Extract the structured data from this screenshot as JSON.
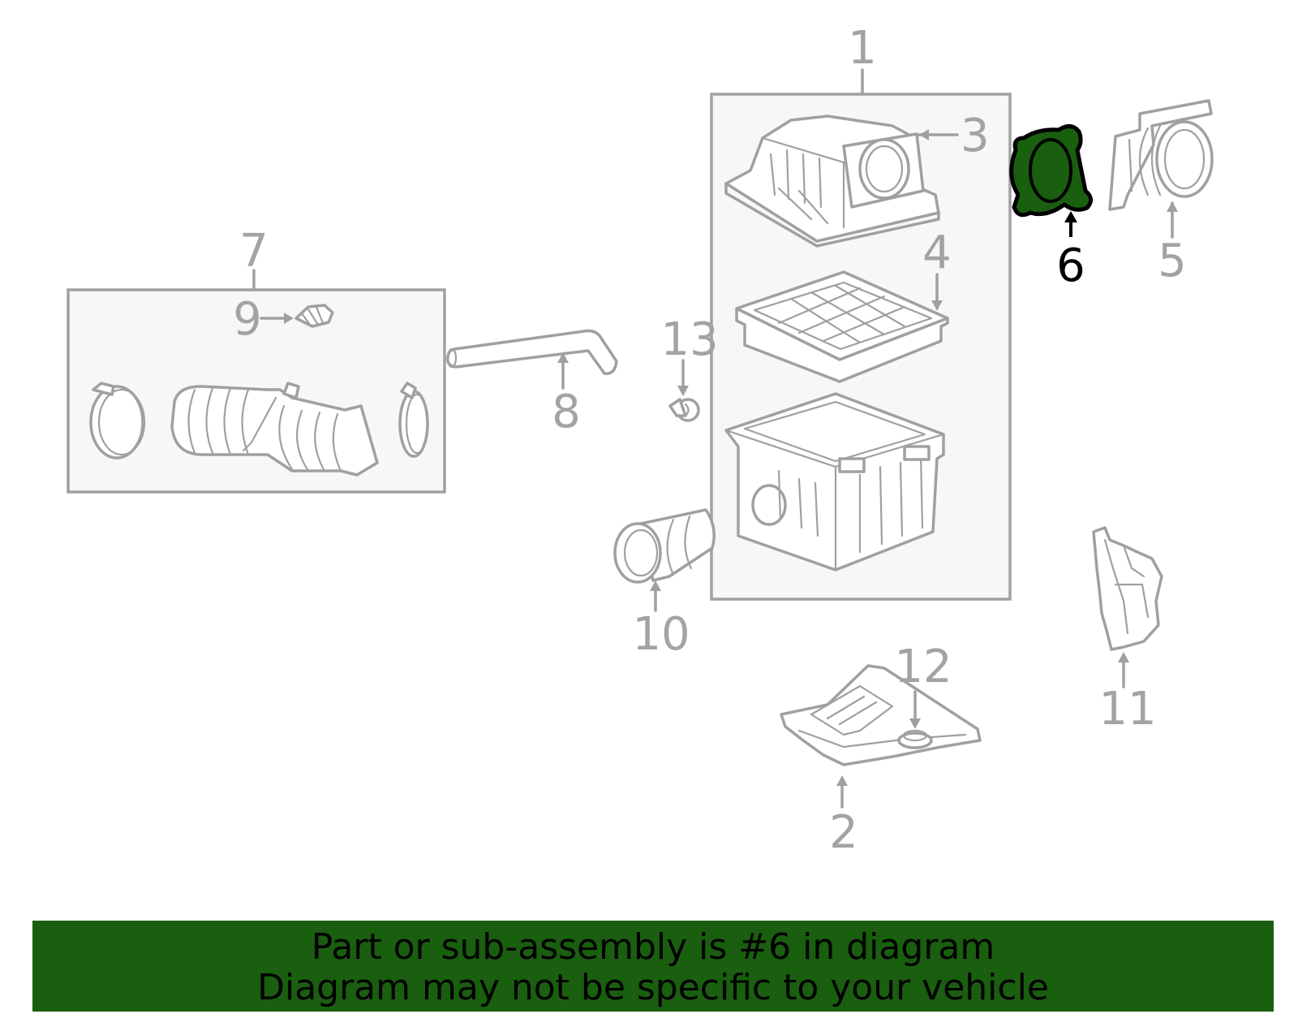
{
  "colors": {
    "line_gray": "#a0a0a0",
    "label_gray": "#a3a3a3",
    "highlight_fill": "#1a5e0f",
    "highlight_label": "#000000",
    "banner_background": "#1a5e0f"
  },
  "callouts": {
    "c1": "1",
    "c2": "2",
    "c3": "3",
    "c4": "4",
    "c5": "5",
    "c6": "6",
    "c7": "7",
    "c8": "8",
    "c9": "9",
    "c10": "10",
    "c11": "11",
    "c12": "12",
    "c13": "13"
  },
  "highlighted_part": "6",
  "banner": {
    "line1": "Part or sub-assembly is #6 in diagram",
    "line2": "Diagram may not be specific to your vehicle"
  }
}
